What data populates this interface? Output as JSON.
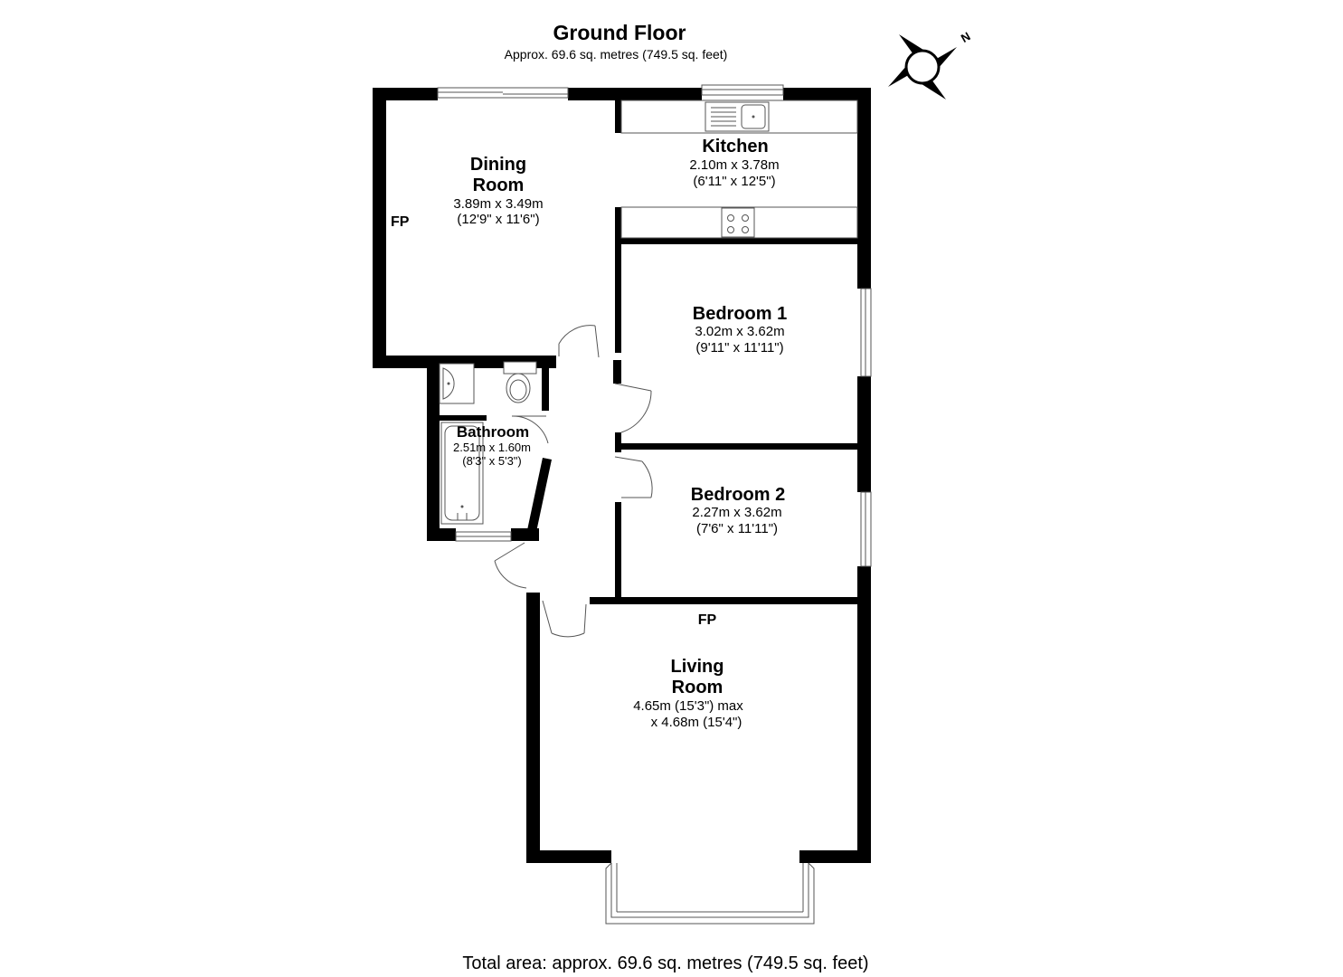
{
  "header": {
    "title": "Ground Floor",
    "subtitle": "Approx. 69.6 sq. metres (749.5 sq. feet)"
  },
  "compass": {
    "label": "N"
  },
  "rooms": {
    "dining": {
      "name_line1": "Dining",
      "name_line2": "Room",
      "dim_metric": "3.89m x 3.49m",
      "dim_imperial": "(12'9\" x 11'6\")",
      "fp": "FP"
    },
    "kitchen": {
      "name": "Kitchen",
      "dim_metric": "2.10m x 3.78m",
      "dim_imperial": "(6'11\" x 12'5\")"
    },
    "bedroom1": {
      "name": "Bedroom 1",
      "dim_metric": "3.02m x 3.62m",
      "dim_imperial": "(9'11\" x 11'11\")"
    },
    "bathroom": {
      "name": "Bathroom",
      "dim_metric": "2.51m x 1.60m",
      "dim_imperial": "(8'3\" x 5'3\")"
    },
    "bedroom2": {
      "name": "Bedroom 2",
      "dim_metric": "2.27m x 3.62m",
      "dim_imperial": "(7'6\" x 11'11\")"
    },
    "living": {
      "name_line1": "Living",
      "name_line2": "Room",
      "dim_line1": "4.65m (15'3\") max",
      "dim_line2": "x 4.68m (15'4\")",
      "fp": "FP"
    }
  },
  "footer": {
    "total": "Total area: approx. 69.6 sq. metres (749.5 sq. feet)"
  }
}
